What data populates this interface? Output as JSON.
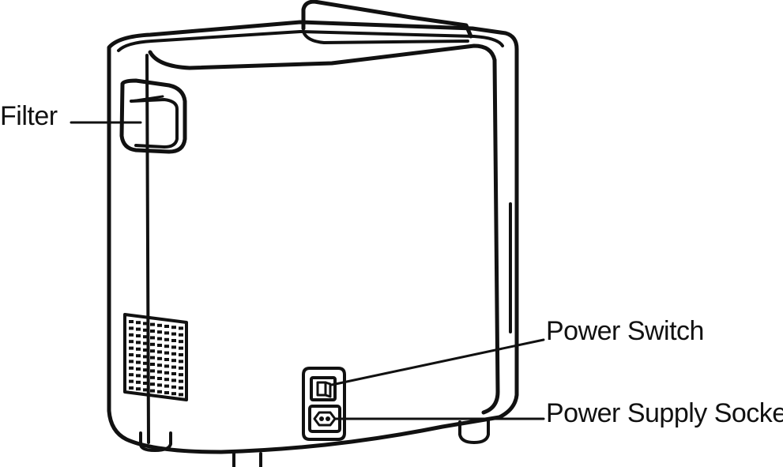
{
  "labels": {
    "filter": "Filter",
    "power_switch": "Power Switch",
    "power_supply_socket": "Power Supply Socket"
  },
  "colors": {
    "line": "#111111",
    "background": "#ffffff"
  }
}
